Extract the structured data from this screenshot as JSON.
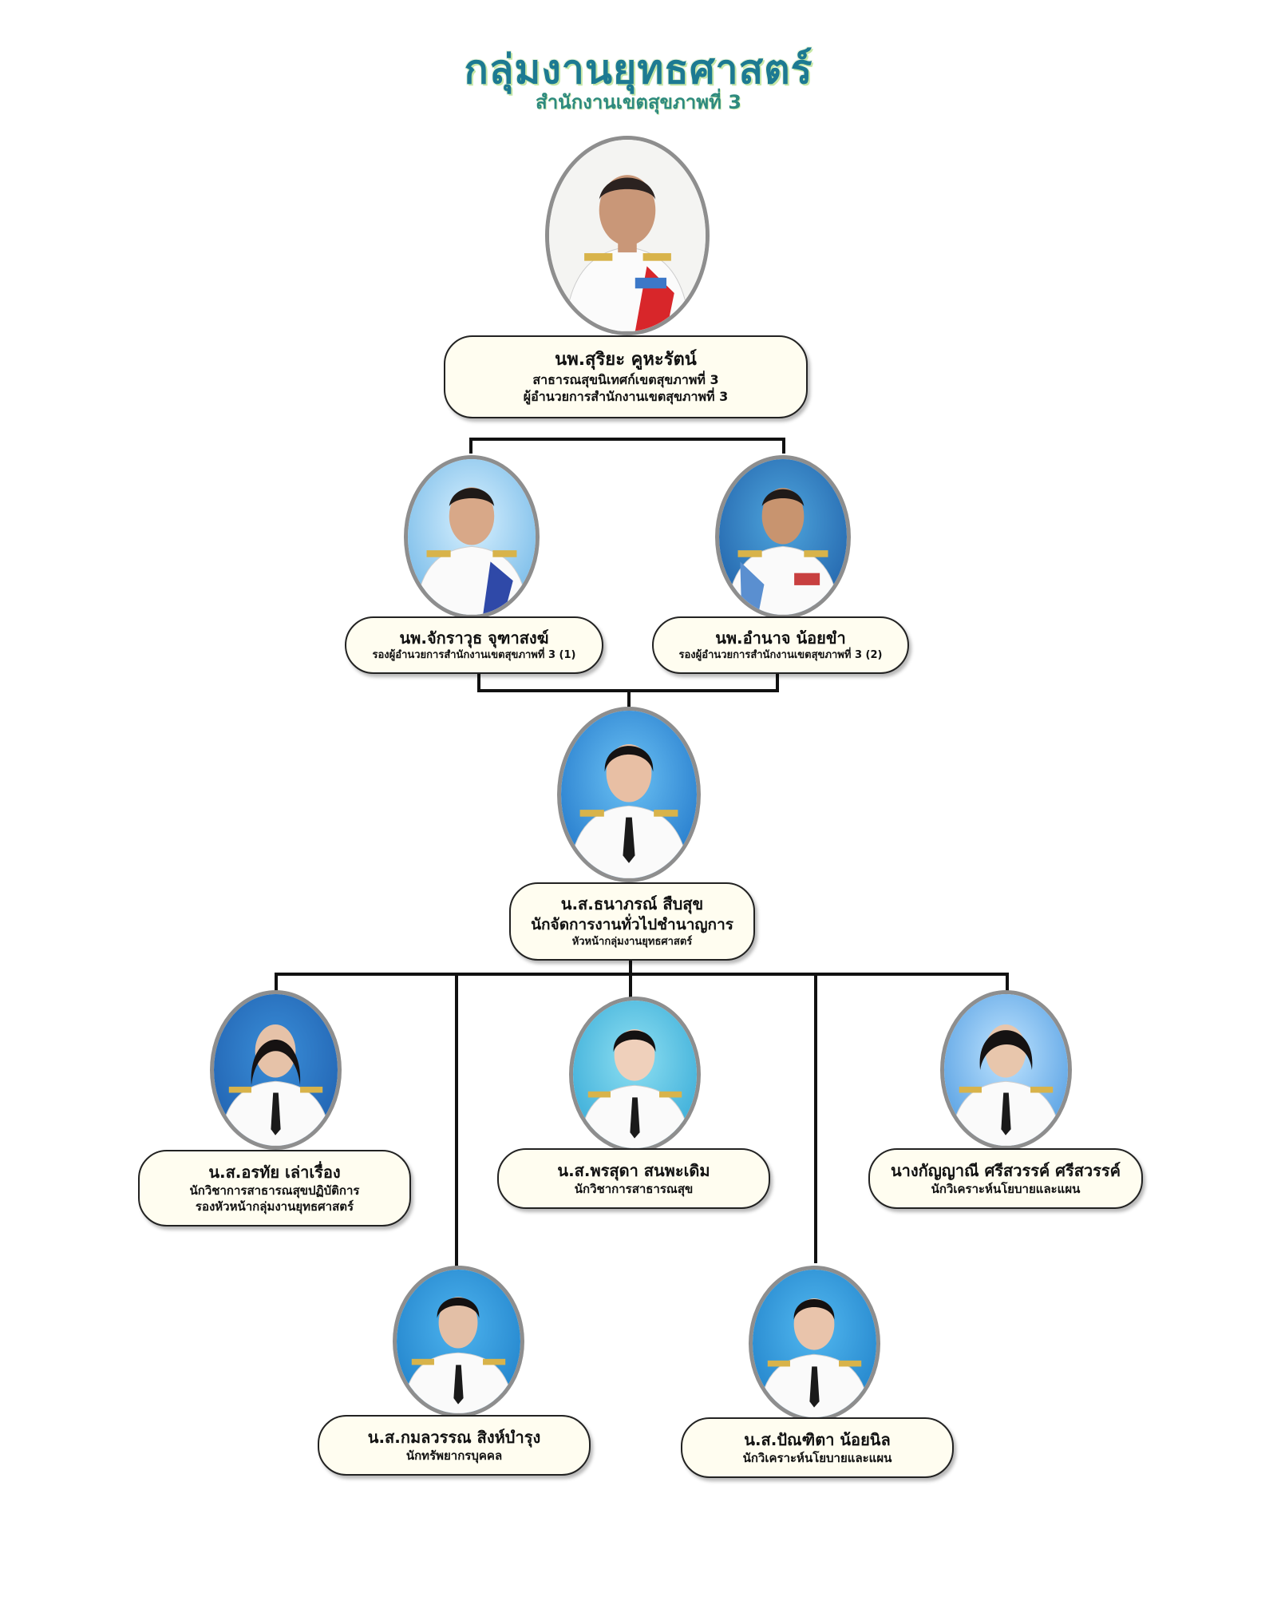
{
  "header": {
    "title": "กลุ่มงานยุทธศาสตร์",
    "subtitle": "สำนักงานเขตสุขภาพที่ 3"
  },
  "colors": {
    "title": "#1d7a92",
    "subtitle": "#2e8a7e",
    "card_fill": "#fffdf0",
    "connector": "#111111",
    "photo_border": "#8e8e8e"
  },
  "people": {
    "director": {
      "name": "นพ.สุริยะ คูหะรัตน์",
      "position": "สาธารณสุขนิเทศก์เขตสุขภาพที่ 3",
      "role": "ผู้อำนวยการสำนักงานเขตสุขภาพที่ 3"
    },
    "deputy_1": {
      "name": "นพ.จักราวุธ จุฑาสงฆ์",
      "position": "รองผู้อำนวยการสำนักงานเขตสุขภาพที่ 3 (1)"
    },
    "deputy_2": {
      "name": "นพ.อำนาจ น้อยขำ",
      "position": "รองผู้อำนวยการสำนักงานเขตสุขภาพที่ 3 (2)"
    },
    "head": {
      "name": "น.ส.ธนาภรณ์ สืบสุข",
      "position": "นักจัดการงานทั่วไปชำนาญการ",
      "role": "หัวหน้ากลุ่มงานยุทธศาสตร์"
    },
    "staff_1": {
      "name": "น.ส.อรทัย เล่าเรื่อง",
      "position": "นักวิชาการสาธารณสุขปฏิบัติการ",
      "role": "รองหัวหน้ากลุ่มงานยุทธศาสตร์"
    },
    "staff_2": {
      "name": "น.ส.พรสุดา สนพะเดิม",
      "position": "นักวิชาการสาธารณสุข"
    },
    "staff_3": {
      "name": "นางกัญญาณี ศรีสวรรค์ ศรีสวรรค์",
      "position": "นักวิเคราะห์นโยบายและแผน"
    },
    "staff_4": {
      "name": "น.ส.กมลวรรณ สิงห์บำรุง",
      "position": "นักทรัพยากรบุคคล"
    },
    "staff_5": {
      "name": "น.ส.ปัณฑิตา น้อยนิล",
      "position": "นักวิเคราะห์นโยบายและแผน"
    }
  }
}
